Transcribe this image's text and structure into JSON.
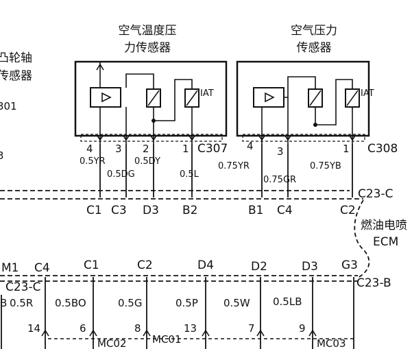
{
  "left_sensor": {
    "title_line1": "空气温度压",
    "title_line2": "力传感器",
    "iat_label": "IAT",
    "connector": "C307",
    "pins": [
      "4",
      "3",
      "2",
      "1"
    ],
    "wires": [
      "0.5YR",
      "0.5DG",
      "0.5DY",
      "0.5L"
    ],
    "ecm_pins": [
      "C1",
      "C3",
      "D3",
      "B2"
    ]
  },
  "right_sensor": {
    "title_line1": "空气压力",
    "title_line2": "传感器",
    "iat_label": "IAT",
    "connector": "C308",
    "pins": [
      "4",
      "3",
      "1"
    ],
    "wires": [
      "0.75YR",
      "0.75GR",
      "0.75YB"
    ],
    "ecm_pins": [
      "B1",
      "C4",
      "C2"
    ]
  },
  "left_partial": {
    "line1": "凸轮轴",
    "line2": "传感器",
    "line3": "301",
    "line4": "3"
  },
  "c23c_label": "C23-C",
  "ecm_block": {
    "line1": "燃油电喷",
    "line2": "ECM"
  },
  "bottom": {
    "connector": "C23-B",
    "connector_left": "C23-C",
    "pins_top": [
      "M1",
      "C4",
      "C1",
      "C2",
      "D4",
      "D2",
      "D3",
      "G3"
    ],
    "wires": [
      "0.5R",
      "0.5BO",
      "0.5G",
      "0.5P",
      "0.5W",
      "0.5LB"
    ],
    "partial_B": "B",
    "bottom_pins": [
      "14",
      "6",
      "8",
      "13",
      "7",
      "9"
    ],
    "bottom_labels": [
      "MC02",
      "MC01",
      "MC03"
    ]
  },
  "colors": {
    "line": "#111111",
    "background": "#ffffff"
  }
}
